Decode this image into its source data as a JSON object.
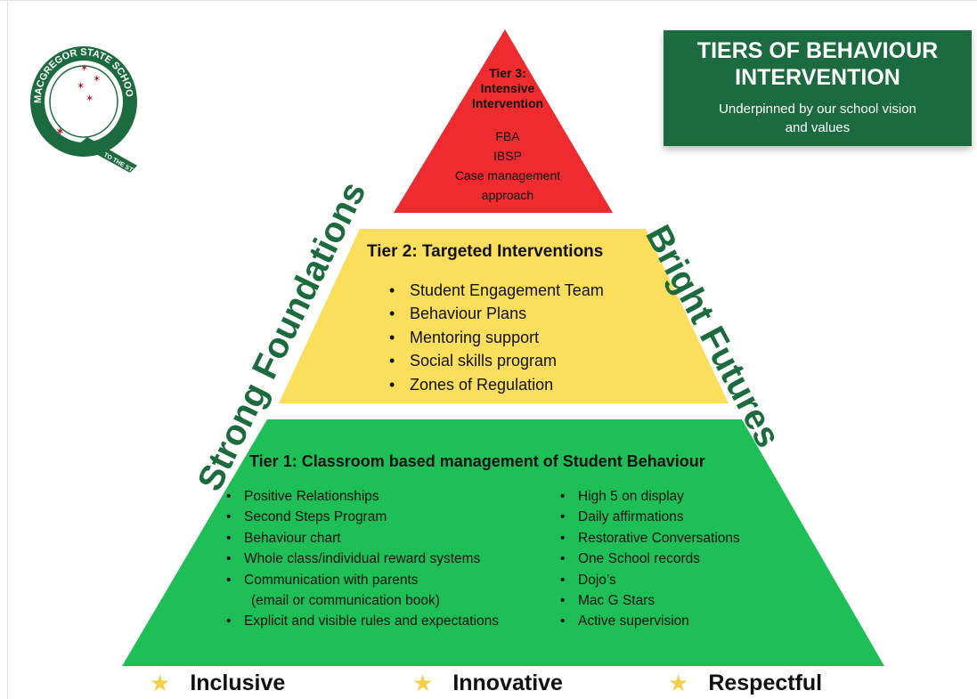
{
  "title": {
    "heading": "TIERS OF BEHAVIOUR INTERVENTION",
    "subheading": "Underpinned by our school vision and values"
  },
  "logo": {
    "school_name": "MACGREGOR STATE SCHOOL",
    "motto": "TO THE STARS",
    "letter": "Q"
  },
  "side_labels": {
    "left": "Strong Foundations",
    "right": "Bright Futures"
  },
  "tier3": {
    "heading_line1": "Tier 3:",
    "heading_line2": "Intensive",
    "heading_line3": "Intervention",
    "items": [
      "FBA",
      "IBSP",
      "Case management",
      "approach"
    ]
  },
  "tier2": {
    "heading": "Tier 2: Targeted Interventions",
    "items": [
      "Student Engagement Team",
      "Behaviour Plans",
      "Mentoring support",
      "Social skills program",
      "Zones of Regulation"
    ]
  },
  "tier1": {
    "heading": "Tier 1: Classroom based management of Student Behaviour",
    "left_items": [
      "Positive Relationships",
      "Second Steps Program",
      "Behaviour chart",
      "Whole class/individual reward systems",
      "Communication with parents",
      "(email or communication book)",
      "Explicit and visible rules and expectations"
    ],
    "right_items": [
      "High 5 on display",
      "Daily affirmations",
      "Restorative Conversations",
      "One School records",
      "Dojo’s",
      "Mac G Stars",
      "Active supervision"
    ]
  },
  "values": [
    "Inclusive",
    "Innovative",
    "Respectful"
  ],
  "colors": {
    "tier3": "#ee2b2f",
    "tier2": "#fbde5c",
    "tier1": "#1fbf58",
    "brand_green": "#1c6b3f",
    "star": "#f3d04c"
  }
}
